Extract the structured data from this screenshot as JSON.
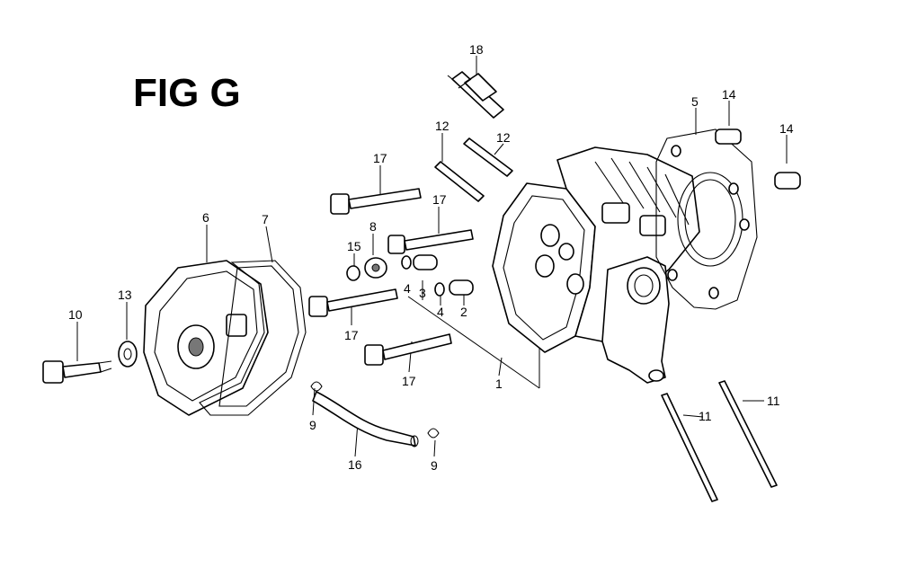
{
  "figure": {
    "title": "FIG G"
  },
  "callouts": [
    {
      "id": "c18",
      "text": "18"
    },
    {
      "id": "c6a",
      "text": "6"
    },
    {
      "id": "c7",
      "text": "7"
    },
    {
      "id": "c10",
      "text": "10"
    },
    {
      "id": "c13",
      "text": "13"
    },
    {
      "id": "c17a",
      "text": "17"
    },
    {
      "id": "c12a",
      "text": "12"
    },
    {
      "id": "c12b",
      "text": "12"
    },
    {
      "id": "c17b",
      "text": "17"
    },
    {
      "id": "c8",
      "text": "8"
    },
    {
      "id": "c15",
      "text": "15"
    },
    {
      "id": "c4a",
      "text": "4"
    },
    {
      "id": "c3",
      "text": "3"
    },
    {
      "id": "c4b",
      "text": "4"
    },
    {
      "id": "c2",
      "text": "2"
    },
    {
      "id": "c17c",
      "text": "17"
    },
    {
      "id": "c17d",
      "text": "17"
    },
    {
      "id": "c1",
      "text": "1"
    },
    {
      "id": "c9a",
      "text": "9"
    },
    {
      "id": "c16",
      "text": "16"
    },
    {
      "id": "c9b",
      "text": "9"
    },
    {
      "id": "c5",
      "text": "5"
    },
    {
      "id": "c14a",
      "text": "14"
    },
    {
      "id": "c14b",
      "text": "14"
    },
    {
      "id": "c11a",
      "text": "11"
    },
    {
      "id": "c11b",
      "text": "11"
    }
  ]
}
